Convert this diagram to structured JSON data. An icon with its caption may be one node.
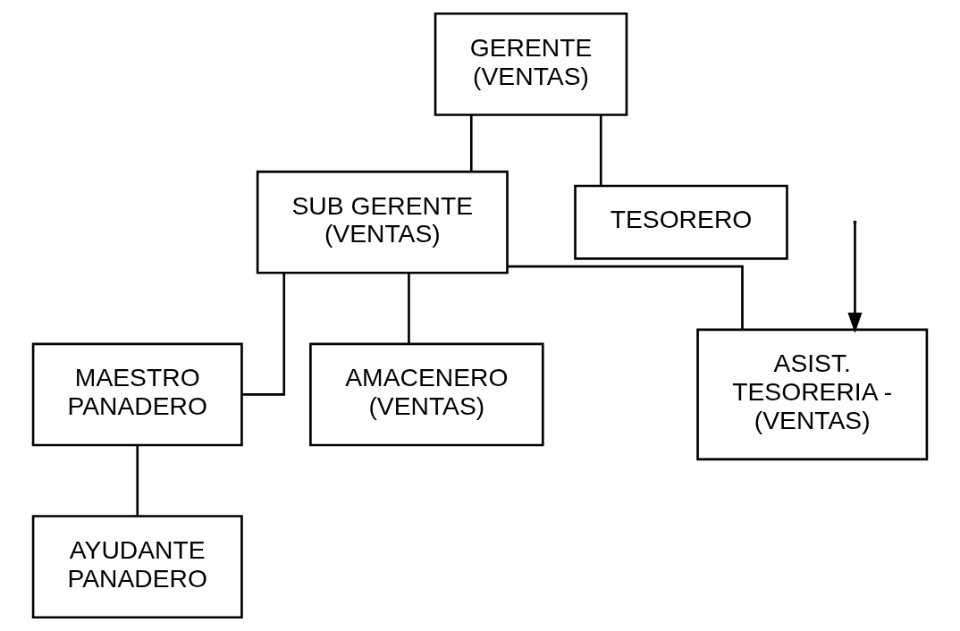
{
  "diagram": {
    "nodes": [
      {
        "text": [
          "GERENTE (VENTAS)"
        ]
      },
      {
        "text": [
          "SUB GERENTE (VENTAS)"
        ]
      },
      {
        "text": [
          "TESORERO"
        ]
      },
      {
        "text": [
          "MAESTRO PANADERO"
        ]
      },
      {
        "text": [
          "AMACENERO (VENTAS)"
        ]
      },
      {
        "text": [
          "ASIST. TESORERIA - (VENTAS)"
        ]
      },
      {
        "text": [
          "AYUDANTE PANADERO"
        ]
      }
    ],
    "edges": [
      {
        "from": 0,
        "to": 1,
        "arrow": "none"
      },
      {
        "from": 0,
        "to": 2,
        "arrow": "none"
      },
      {
        "from": 1,
        "to": 3,
        "arrow": "none"
      },
      {
        "from": 1,
        "to": 4,
        "arrow": "none"
      },
      {
        "from": 1,
        "to": 5,
        "arrow": "none"
      },
      {
        "from": 3,
        "to": 6,
        "arrow": "none"
      },
      {
        "from": null,
        "to": 5,
        "arrow": "to"
      }
    ]
  }
}
